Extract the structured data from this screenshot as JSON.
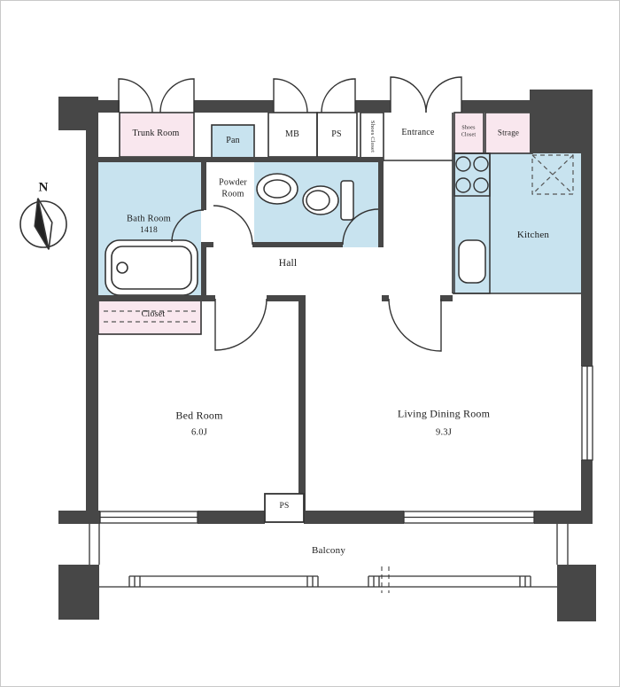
{
  "colors": {
    "wall": "#474747",
    "wet": "#c8e3ef",
    "pink": "#f9e7ee",
    "line": "#333333"
  },
  "compass": {
    "label": "N"
  },
  "rooms": {
    "trunk": {
      "label": "Trunk Room"
    },
    "pan": {
      "label": "Pan"
    },
    "mb": {
      "label": "MB"
    },
    "ps_top": {
      "label": "PS"
    },
    "shoes_closet_left": {
      "label": "Shoes Closet"
    },
    "entrance": {
      "label": "Entrance"
    },
    "shoes_closet_right": {
      "label": "Shoes\nCloset"
    },
    "strage": {
      "label": "Strage"
    },
    "powder": {
      "label": "Powder\nRoom"
    },
    "bath": {
      "label": "Bath Room",
      "size": "1418"
    },
    "hall": {
      "label": "Hall"
    },
    "kitchen": {
      "label": "Kitchen"
    },
    "closet": {
      "label": "Closet"
    },
    "bedroom": {
      "label": "Bed Room",
      "size": "6.0J"
    },
    "living": {
      "label": "Living Dining Room",
      "size": "9.3J"
    },
    "ps_bottom": {
      "label": "PS"
    },
    "balcony": {
      "label": "Balcony"
    }
  }
}
